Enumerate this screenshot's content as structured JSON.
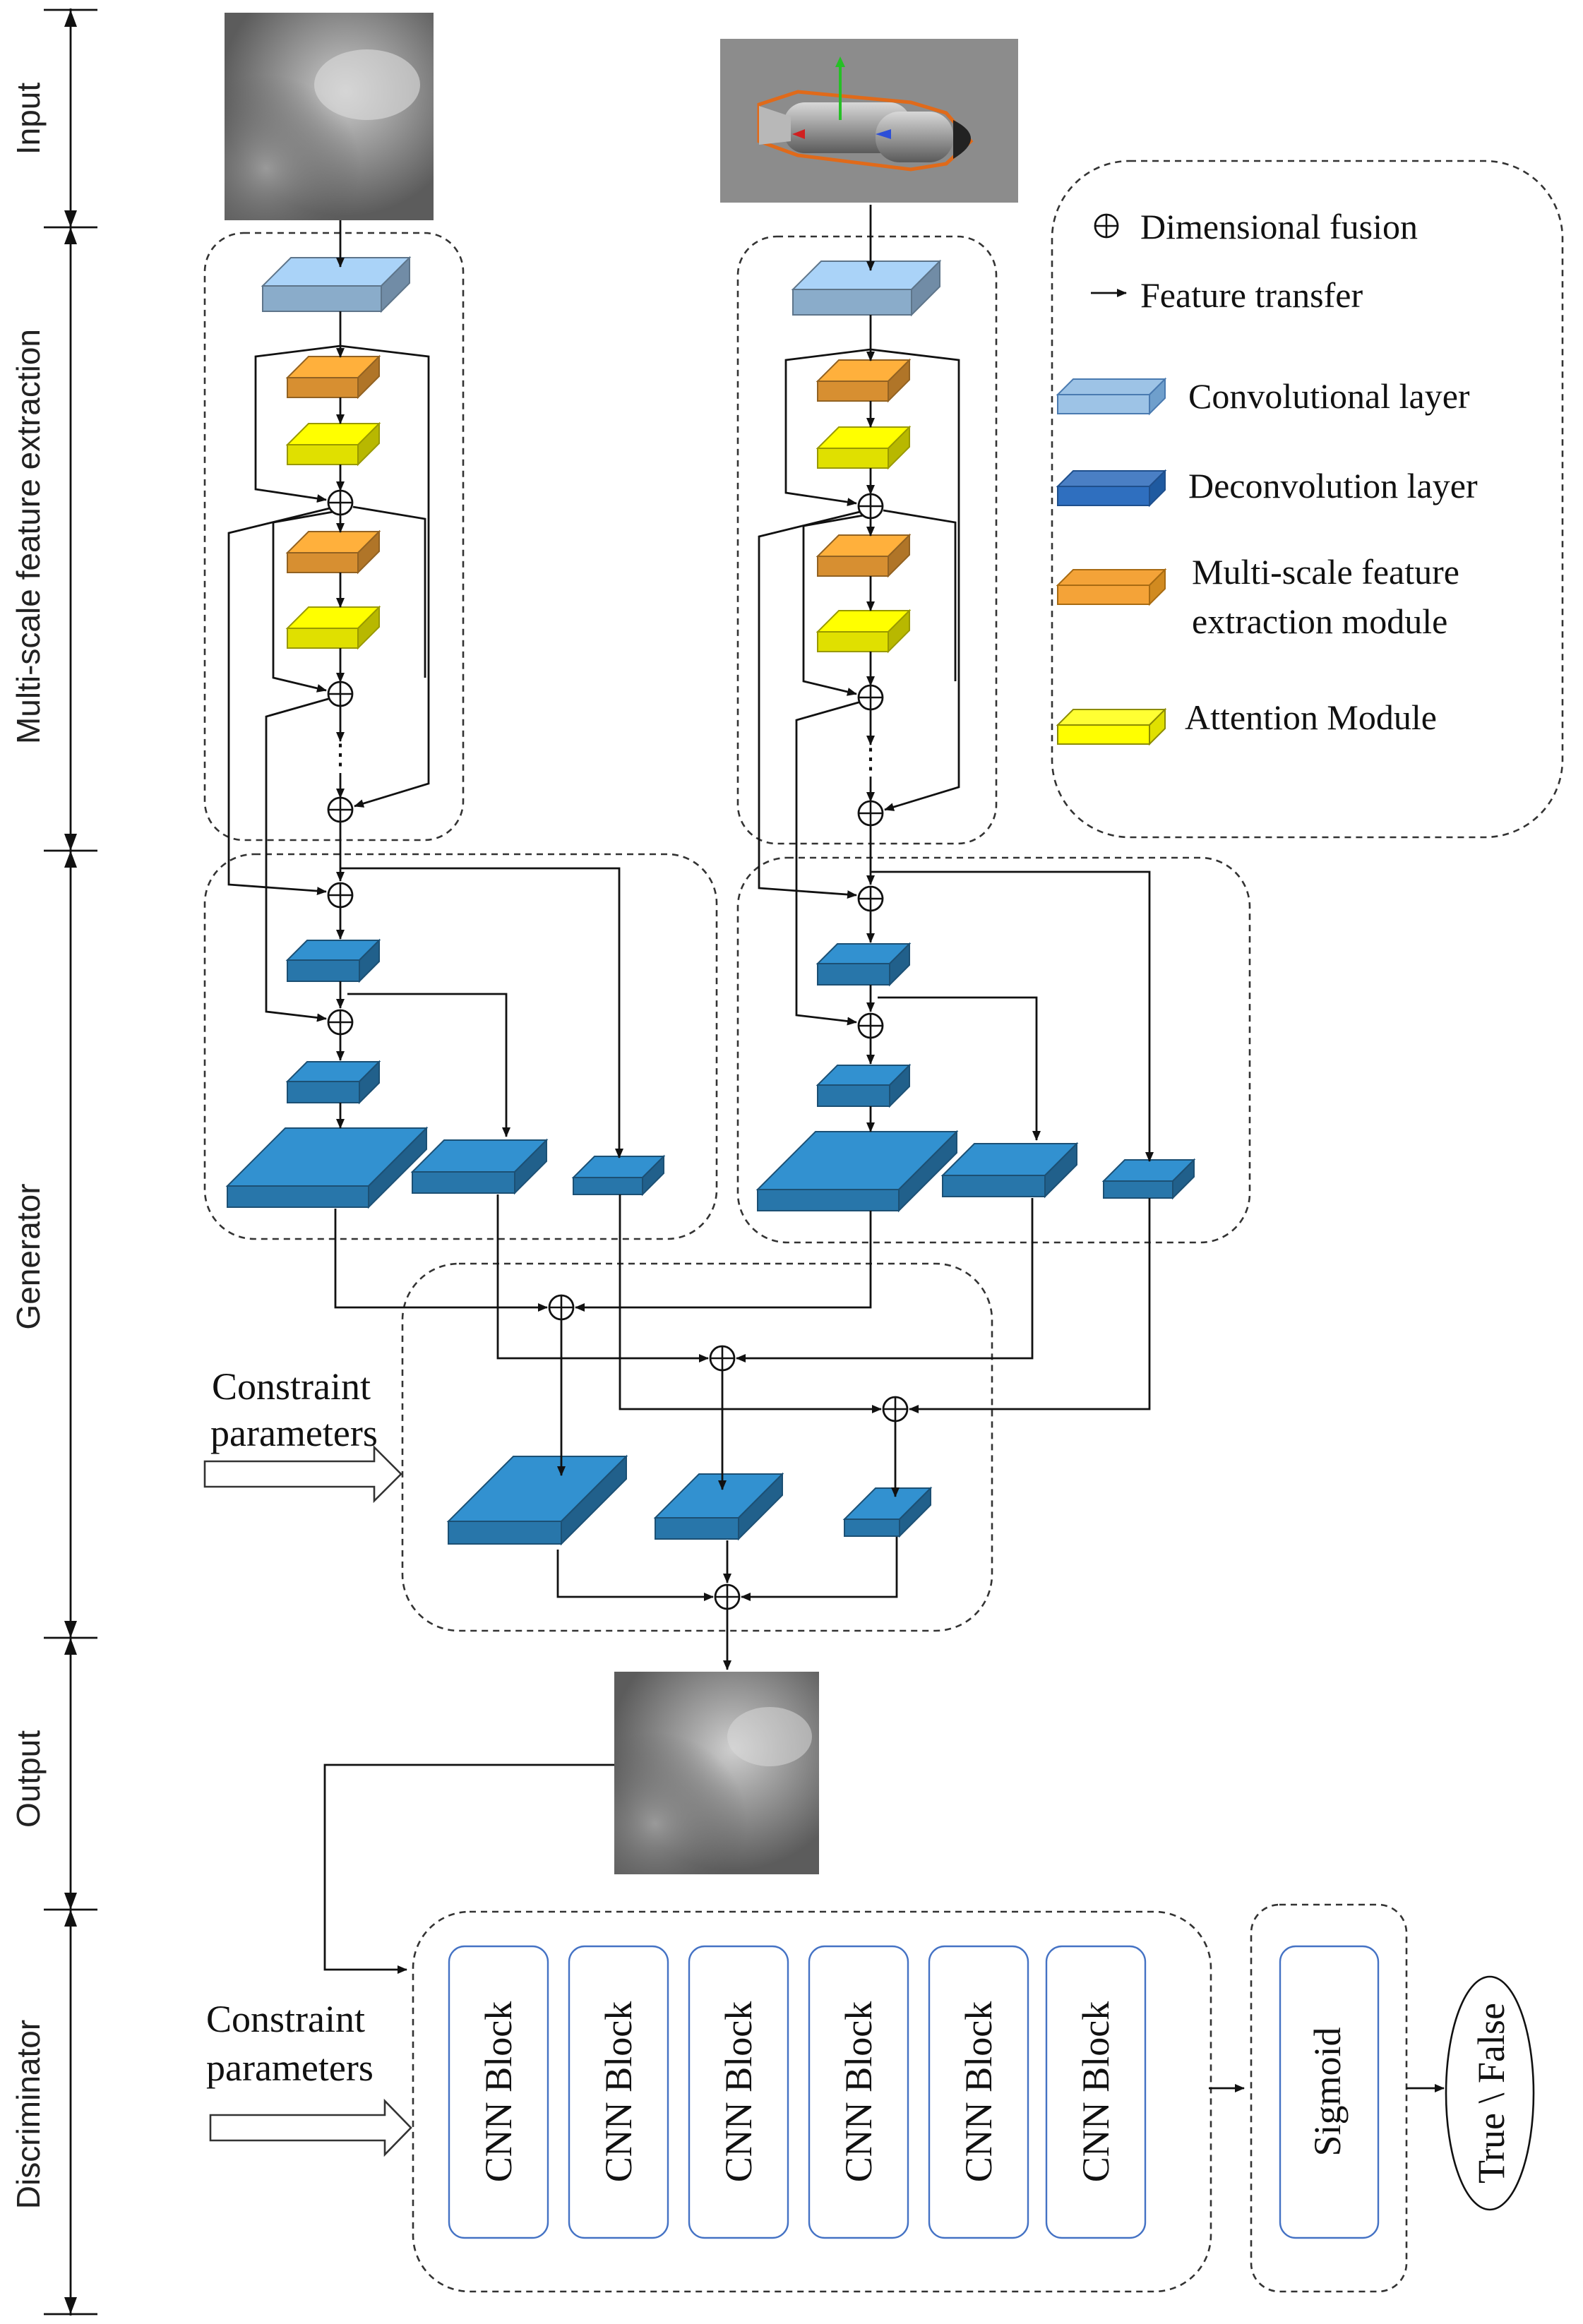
{
  "stages": [
    {
      "id": "input",
      "label": "Input"
    },
    {
      "id": "mse",
      "label": "Multi-scale feature extraction"
    },
    {
      "id": "generator",
      "label": "Generator"
    },
    {
      "id": "output",
      "label": "Output"
    },
    {
      "id": "discriminator",
      "label": "Discriminator"
    }
  ],
  "legend": {
    "fusion": "Dimensional fusion",
    "transfer": "Feature transfer",
    "conv": "Convolutional layer",
    "deconv": "Deconvolution layer",
    "msfe_line1": "Multi-scale feature",
    "msfe_line2": "extraction module",
    "attention": "Attention Module"
  },
  "constraint": {
    "line1": "Constraint",
    "line2": "parameters"
  },
  "blocks": [
    "CNN  Block",
    "CNN  Block",
    "CNN  Block",
    "CNN  Block",
    "CNN  Block",
    "CNN  Block"
  ],
  "sigmoid": "Sigmoid",
  "result": "True \\ False",
  "colors": {
    "conv": "#9DC3E6",
    "deconv": "#2E86C1",
    "msfe": "#F4A338",
    "attention": "#FFFF00",
    "cloud_bg": "#6f6f6f",
    "render_bg": "#8a8a8a"
  }
}
